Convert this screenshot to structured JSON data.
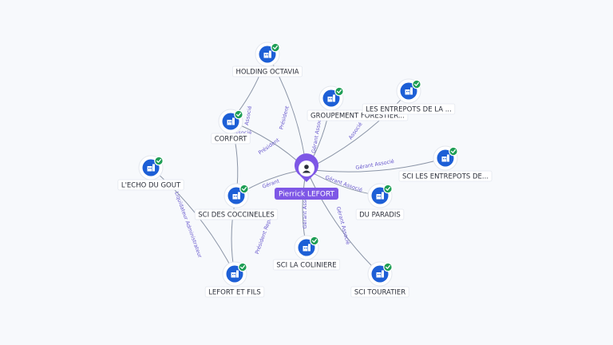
{
  "center": {
    "name": "Pierrick LEFORT",
    "icon": "person-icon",
    "color": "#7e57e6"
  },
  "nodes": [
    {
      "id": "holding-octavia",
      "label": "HOLDING OCTAVIA",
      "icon": "building-icon",
      "status": "check-icon"
    },
    {
      "id": "groupement-forestier",
      "label": "GROUPEMENT FORESTIER...",
      "icon": "building-icon",
      "status": "check-icon"
    },
    {
      "id": "entrepots-de-la",
      "label": "LES ENTREPOTS DE LA ...",
      "icon": "building-icon",
      "status": "check-icon"
    },
    {
      "id": "corfort",
      "label": "CORFORT",
      "icon": "building-icon",
      "status": "check-icon"
    },
    {
      "id": "lecho-du-gout",
      "label": "L'ECHO DU GOUT",
      "icon": "building-icon",
      "status": "check-icon"
    },
    {
      "id": "sci-les-entrepots",
      "label": "SCI LES ENTREPOTS DE...",
      "icon": "building-icon",
      "status": "check-icon"
    },
    {
      "id": "sci-coccinelles",
      "label": "SCI DES COCCINELLES",
      "icon": "building-icon",
      "status": "check-icon"
    },
    {
      "id": "du-paradis",
      "label": "DU PARADIS",
      "icon": "building-icon",
      "status": "check-icon"
    },
    {
      "id": "sci-la-coliniere",
      "label": "SCI LA COLINIERE",
      "icon": "building-icon",
      "status": "check-icon"
    },
    {
      "id": "lefort-et-fils",
      "label": "LEFORT ET FILS",
      "icon": "building-icon",
      "status": "check-icon"
    },
    {
      "id": "sci-touratier",
      "label": "SCI TOURATIER",
      "icon": "building-icon",
      "status": "check-icon"
    }
  ],
  "edges": [
    {
      "from": "center",
      "to": "holding-octavia",
      "label": "Président"
    },
    {
      "from": "center",
      "to": "groupement-forestier",
      "label": "Gérant Associé"
    },
    {
      "from": "center",
      "to": "entrepots-de-la",
      "label": "Associé"
    },
    {
      "from": "center",
      "to": "corfort",
      "label": "Président"
    },
    {
      "from": "center",
      "to": "sci-les-entrepots",
      "label": "Gérant Associé"
    },
    {
      "from": "center",
      "to": "sci-coccinelles",
      "label": "Gérant"
    },
    {
      "from": "center",
      "to": "du-paradis",
      "label": "Gérant Associé"
    },
    {
      "from": "center",
      "to": "sci-la-coliniere",
      "label": "Gérant Associé"
    },
    {
      "from": "center",
      "to": "sci-touratier",
      "label": "Gérant Associé"
    },
    {
      "from": "sci-coccinelles",
      "to": "lefort-et-fils",
      "label": "Président Représ..."
    },
    {
      "from": "lefort-et-fils",
      "to": "lecho-du-gout",
      "label": "Liquidateur Administrateur"
    },
    {
      "from": "corfort",
      "to": "holding-octavia",
      "label": "Associé"
    },
    {
      "from": "sci-coccinelles",
      "to": "corfort",
      "label": "Associé"
    }
  ]
}
